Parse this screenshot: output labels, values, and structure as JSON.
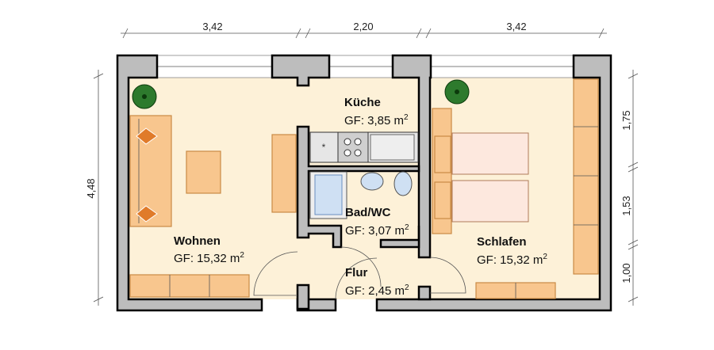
{
  "dimensions": {
    "top": [
      "3,42",
      "2,20",
      "3,42"
    ],
    "left": "4,48",
    "right": [
      "1,75",
      "1,53",
      "1,00"
    ]
  },
  "rooms": {
    "wohnen": {
      "name": "Wohnen",
      "area_label": "GF: 15,32 m",
      "unit_exp": "2"
    },
    "kueche": {
      "name": "Küche",
      "area_label": "GF: 3,85 m",
      "unit_exp": "2"
    },
    "bad": {
      "name": "Bad/WC",
      "area_label": "GF: 3,07 m",
      "unit_exp": "2"
    },
    "flur": {
      "name": "Flur",
      "area_label": "GF: 2,45 m",
      "unit_exp": "2"
    },
    "schlafen": {
      "name": "Schlafen",
      "area_label": "GF: 15,32 m",
      "unit_exp": "2"
    }
  },
  "colors": {
    "floor": "#fdf1d8",
    "wall": "#bdbdbd",
    "furniture": "#f8c68e"
  }
}
